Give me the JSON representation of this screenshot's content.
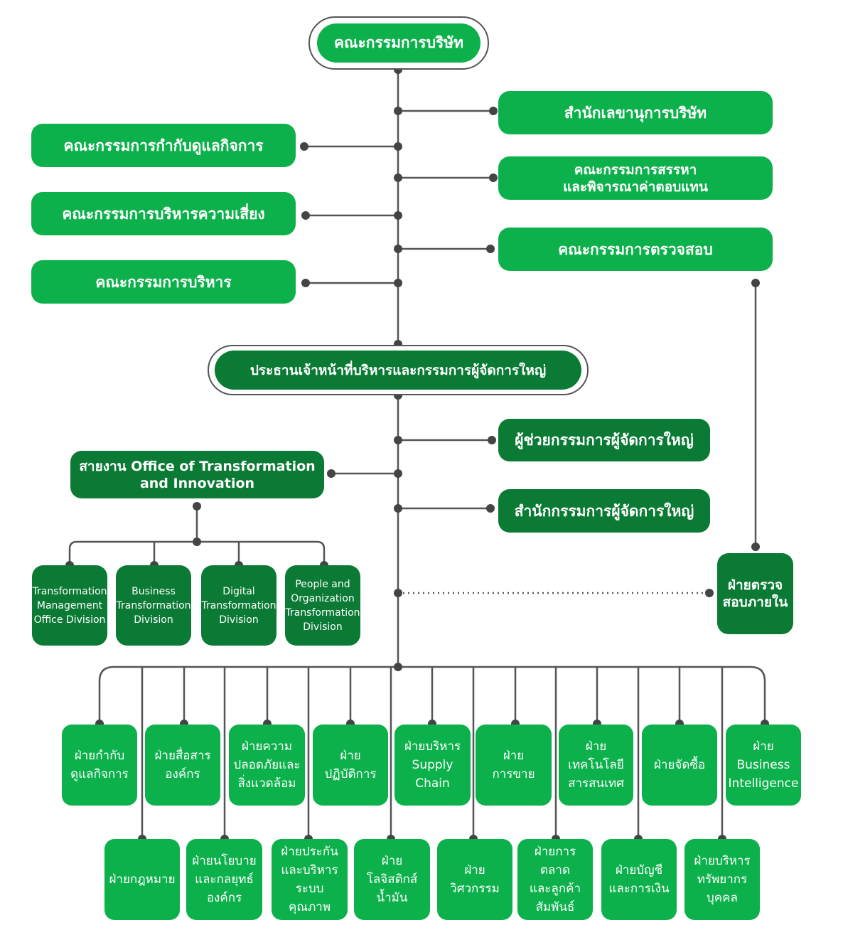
{
  "colors": {
    "green": "#0db14b",
    "dark_green": "#0a7a34",
    "line": "#555555"
  },
  "top": {
    "board": "คณะกรรมการบริษัท",
    "ceo": "ประธานเจ้าหน้าที่บริหารและกรรมการผู้จัดการใหญ่"
  },
  "left_committees": [
    "คณะกรรมการกำกับดูแลกิจการ",
    "คณะกรรมการบริหารความเสี่ยง",
    "คณะกรรมการบริหาร"
  ],
  "right_committees": [
    "สำนักเลขานุการบริษัท",
    "คณะกรรมการสรรหา\nและพิจารณาค่าตอบแทน",
    "คณะกรรมการตรวจสอบ"
  ],
  "ceo_staff": [
    "ผู้ช่วยกรรมการผู้จัดการใหญ่",
    "สำนักกรรมการผู้จัดการใหญ่"
  ],
  "internal_audit": "ฝ่ายตรวจ\nสอบภายใน",
  "transformation": {
    "title": "สายงาน Office of Transformation\nand Innovation",
    "divisions": [
      "Transformation\nManagement\nOffice Division",
      "Business\nTransformation\nDivision",
      "Digital\nTransformation\nDivision",
      "People and\nOrganization\nTransformation\nDivision"
    ]
  },
  "divisions_row1": [
    "ฝ่ายกำกับ\nดูแลกิจการ",
    "ฝ่ายสื่อสาร\nองค์กร",
    "ฝ่ายความ\nปลอดภัยและ\nสิ่งแวดล้อม",
    "ฝ่าย\nปฏิบัติการ",
    "ฝ่ายบริหาร\nSupply\nChain",
    "ฝ่าย\nการขาย",
    "ฝ่าย\nเทคโนโลยี\nสารสนเทศ",
    "ฝ่ายจัดซื้อ",
    "ฝ่าย\nBusiness\nIntelligence"
  ],
  "divisions_row2": [
    "ฝ่ายกฎหมาย",
    "ฝ่ายนโยบาย\nและกลยุทธ์\nองค์กร",
    "ฝ่ายประกัน\nและบริหาร\nระบบคุณภาพ",
    "ฝ่าย\nโลจิสติกส์\nน้ำมัน",
    "ฝ่าย\nวิศวกรรม",
    "ฝ่ายการตลาด\nและลูกค้า\nสัมพันธ์",
    "ฝ่ายบัญชี\nและการเงิน",
    "ฝ่ายบริหาร\nทรัพยากร\nบุคคล"
  ]
}
